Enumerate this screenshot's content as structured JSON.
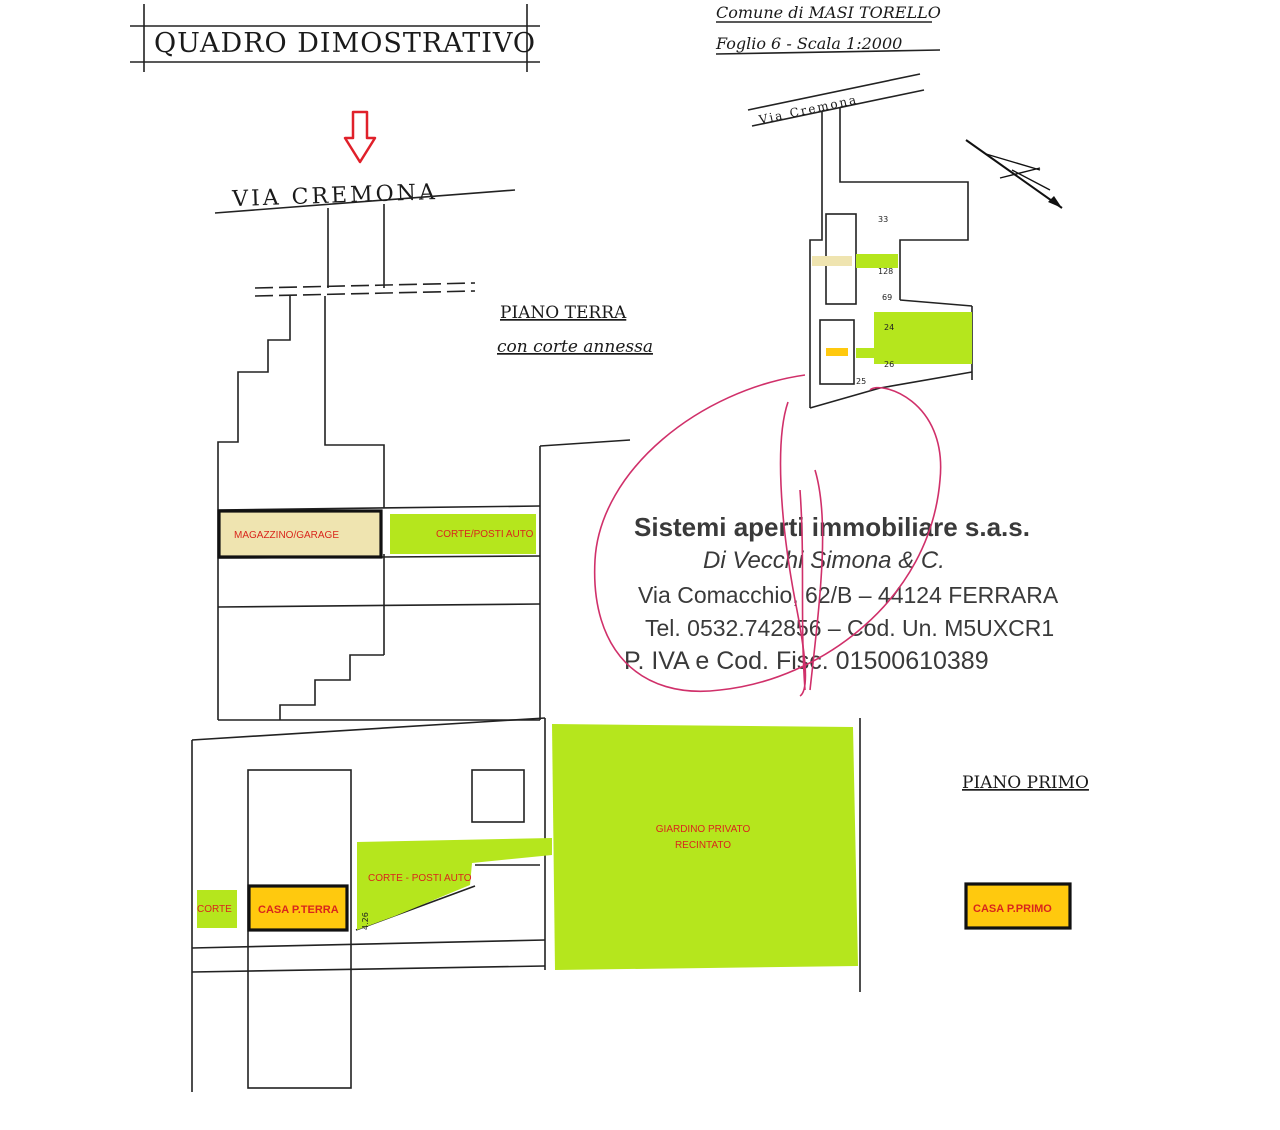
{
  "header": {
    "title": "QUADRO DIMOSTRATIVO",
    "comune": "Comune di MASI TORELLO",
    "foglio": "Foglio 6 - Scala 1:2000"
  },
  "streets": {
    "main": "VIA CREMONA",
    "map": "Via Cremona"
  },
  "floors": {
    "ground_line1": "PIANO TERRA",
    "ground_line2": "con corte annessa",
    "first": "PIANO PRIMO"
  },
  "areas": {
    "magazzino": "MAGAZZINO/GARAGE",
    "corte_posti_auto": "CORTE/POSTI AUTO",
    "giardino_line1": "GIARDINO PRIVATO",
    "giardino_line2": "RECINTATO",
    "corte_posti_auto_2": "CORTE - POSTI AUTO",
    "corte": "CORTE",
    "casa_terra": "CASA P.TERRA",
    "casa_primo": "CASA P.PRIMO"
  },
  "dimension": "4.26",
  "map_parcels": [
    "33",
    "128",
    "69",
    "24",
    "26",
    "25"
  ],
  "stamp": {
    "line1": "Sistemi aperti immobiliare s.a.s.",
    "line2": "Di Vecchi Simona & C.",
    "line3": "Via Comacchio, 62/B – 44124 FERRARA",
    "line4": "Tel. 0532.742856 – Cod. Un. M5UXCR1",
    "line5": "P. IVA e Cod. Fisc. 01500610389"
  },
  "colors": {
    "green": "#b5e61d",
    "beige": "#efe4b0",
    "orange": "#ffc90e",
    "label_red": "#d9261c",
    "arrow_red": "#e0202a",
    "signature": "#d0306a"
  }
}
